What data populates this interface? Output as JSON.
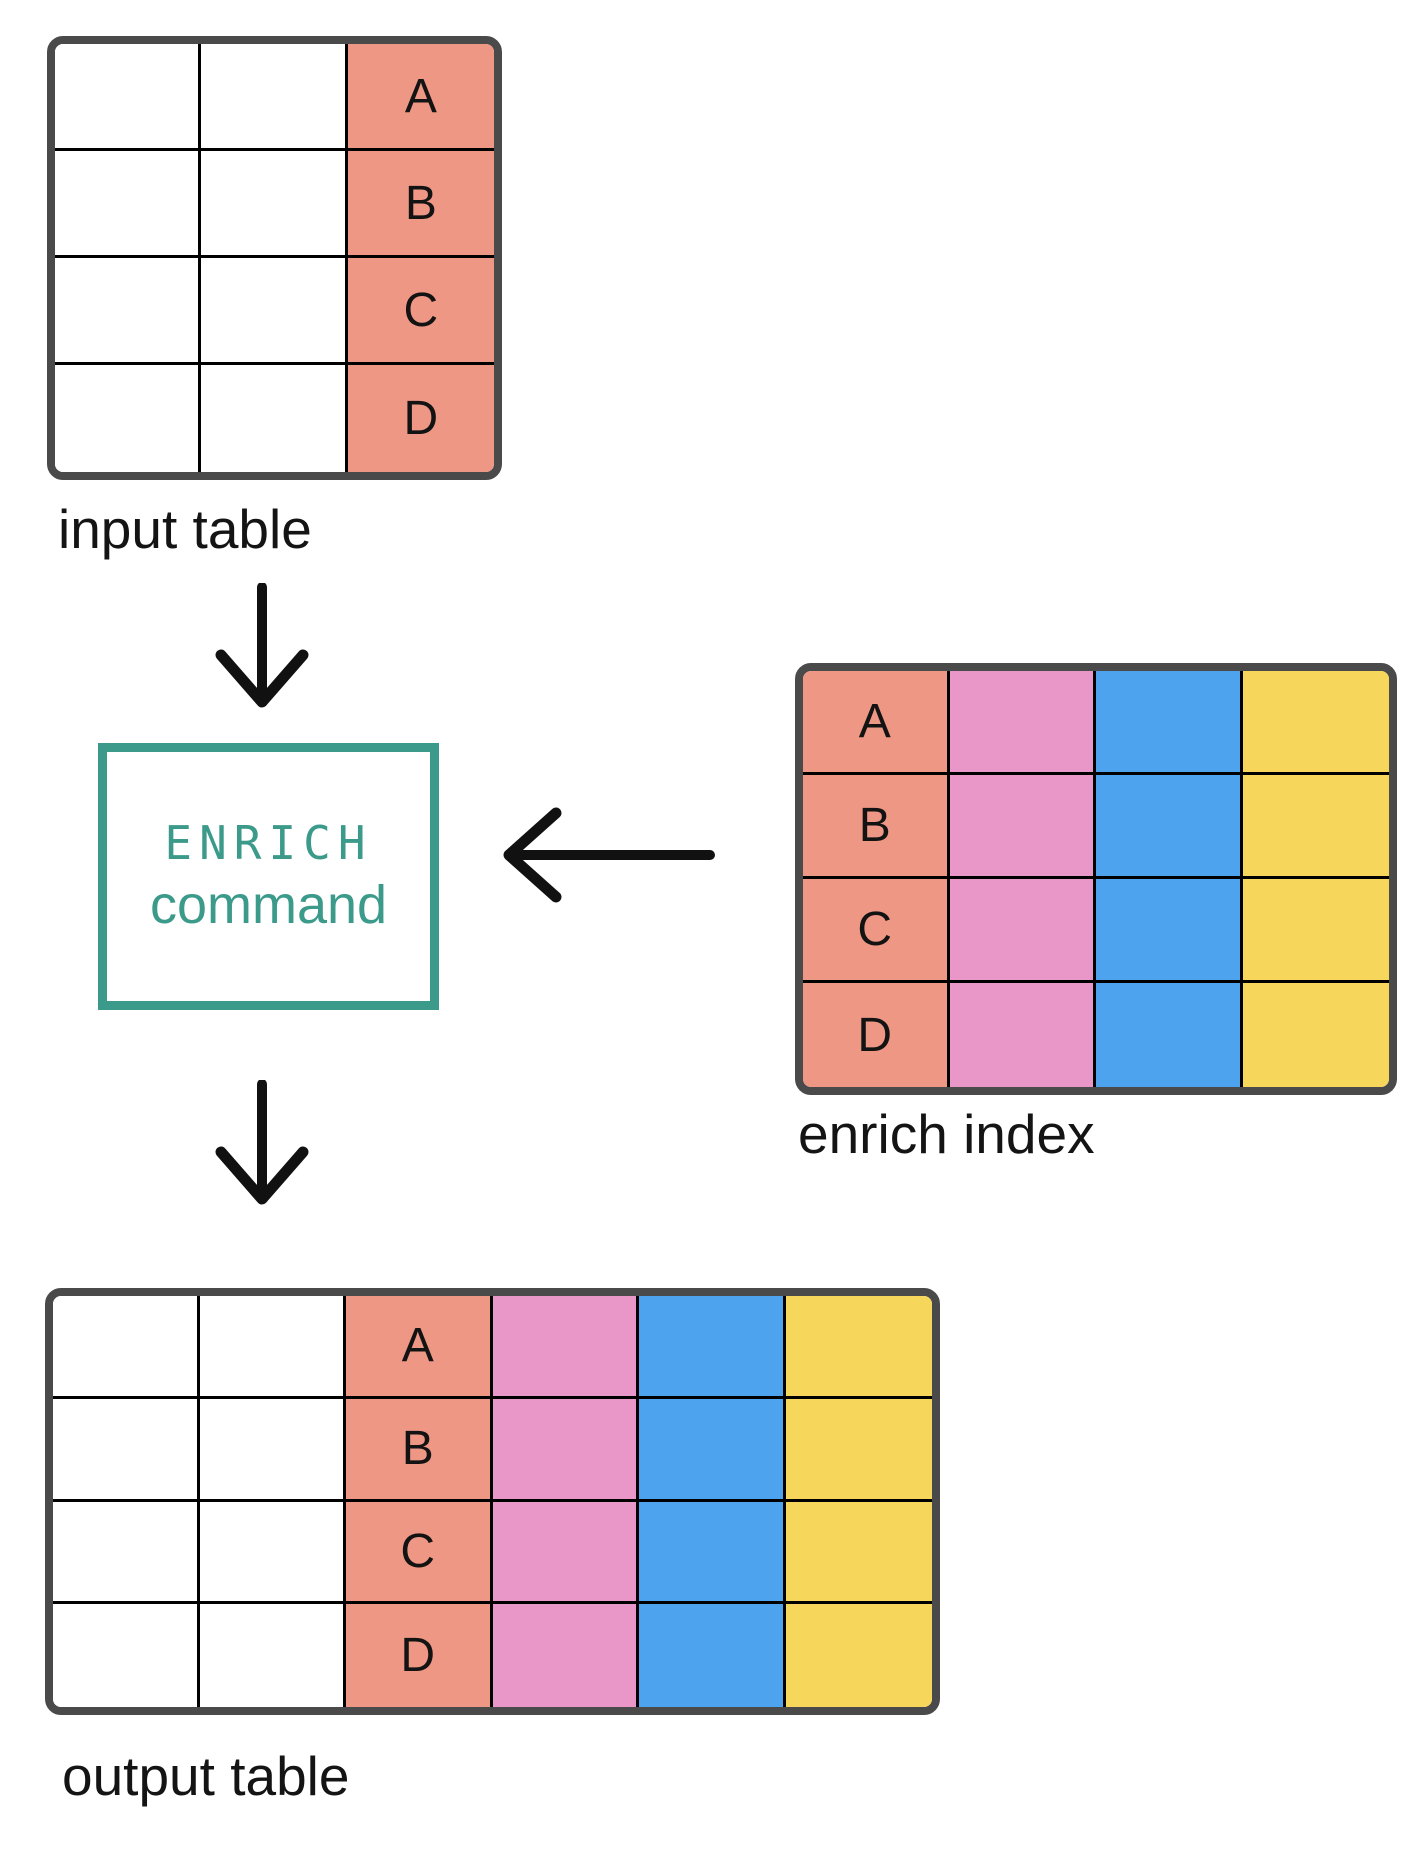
{
  "diagram": {
    "colors": {
      "table_border": "#4a4a4a",
      "grid_line": "#000000",
      "label_text": "#141414",
      "arrow": "#111111",
      "key_column": "#ee9784",
      "enrich_col_pink": "#e996c8",
      "enrich_col_blue": "#4ea3ee",
      "enrich_col_yellow": "#f6d75c",
      "accent_teal": "#3c9a8b"
    },
    "input_table": {
      "label": "input table",
      "rows": [
        "A",
        "B",
        "C",
        "D"
      ],
      "columns": [
        {
          "type": "blank",
          "color": "#ffffff",
          "letters": false
        },
        {
          "type": "blank",
          "color": "#ffffff",
          "letters": false
        },
        {
          "type": "key",
          "color": "#ee9784",
          "letters": true
        }
      ]
    },
    "enrich_index": {
      "label": "enrich index",
      "rows": [
        "A",
        "B",
        "C",
        "D"
      ],
      "columns": [
        {
          "type": "key",
          "color": "#ee9784",
          "letters": true
        },
        {
          "type": "value",
          "color": "#e996c8",
          "letters": false
        },
        {
          "type": "value",
          "color": "#4ea3ee",
          "letters": false
        },
        {
          "type": "value",
          "color": "#f6d75c",
          "letters": false
        }
      ]
    },
    "output_table": {
      "label": "output table",
      "rows": [
        "A",
        "B",
        "C",
        "D"
      ],
      "columns": [
        {
          "type": "blank",
          "color": "#ffffff",
          "letters": false
        },
        {
          "type": "blank",
          "color": "#ffffff",
          "letters": false
        },
        {
          "type": "key",
          "color": "#ee9784",
          "letters": true
        },
        {
          "type": "value",
          "color": "#e996c8",
          "letters": false
        },
        {
          "type": "value",
          "color": "#4ea3ee",
          "letters": false
        },
        {
          "type": "value",
          "color": "#f6d75c",
          "letters": false
        }
      ]
    },
    "command_box": {
      "line1": "ENRICH",
      "line2": "command",
      "border_color": "#3c9a8b",
      "text_color": "#3c9a8b"
    },
    "icons": {
      "arrow_input_to_command": "arrow-down",
      "arrow_index_to_command": "arrow-left",
      "arrow_command_to_output": "arrow-down"
    }
  }
}
